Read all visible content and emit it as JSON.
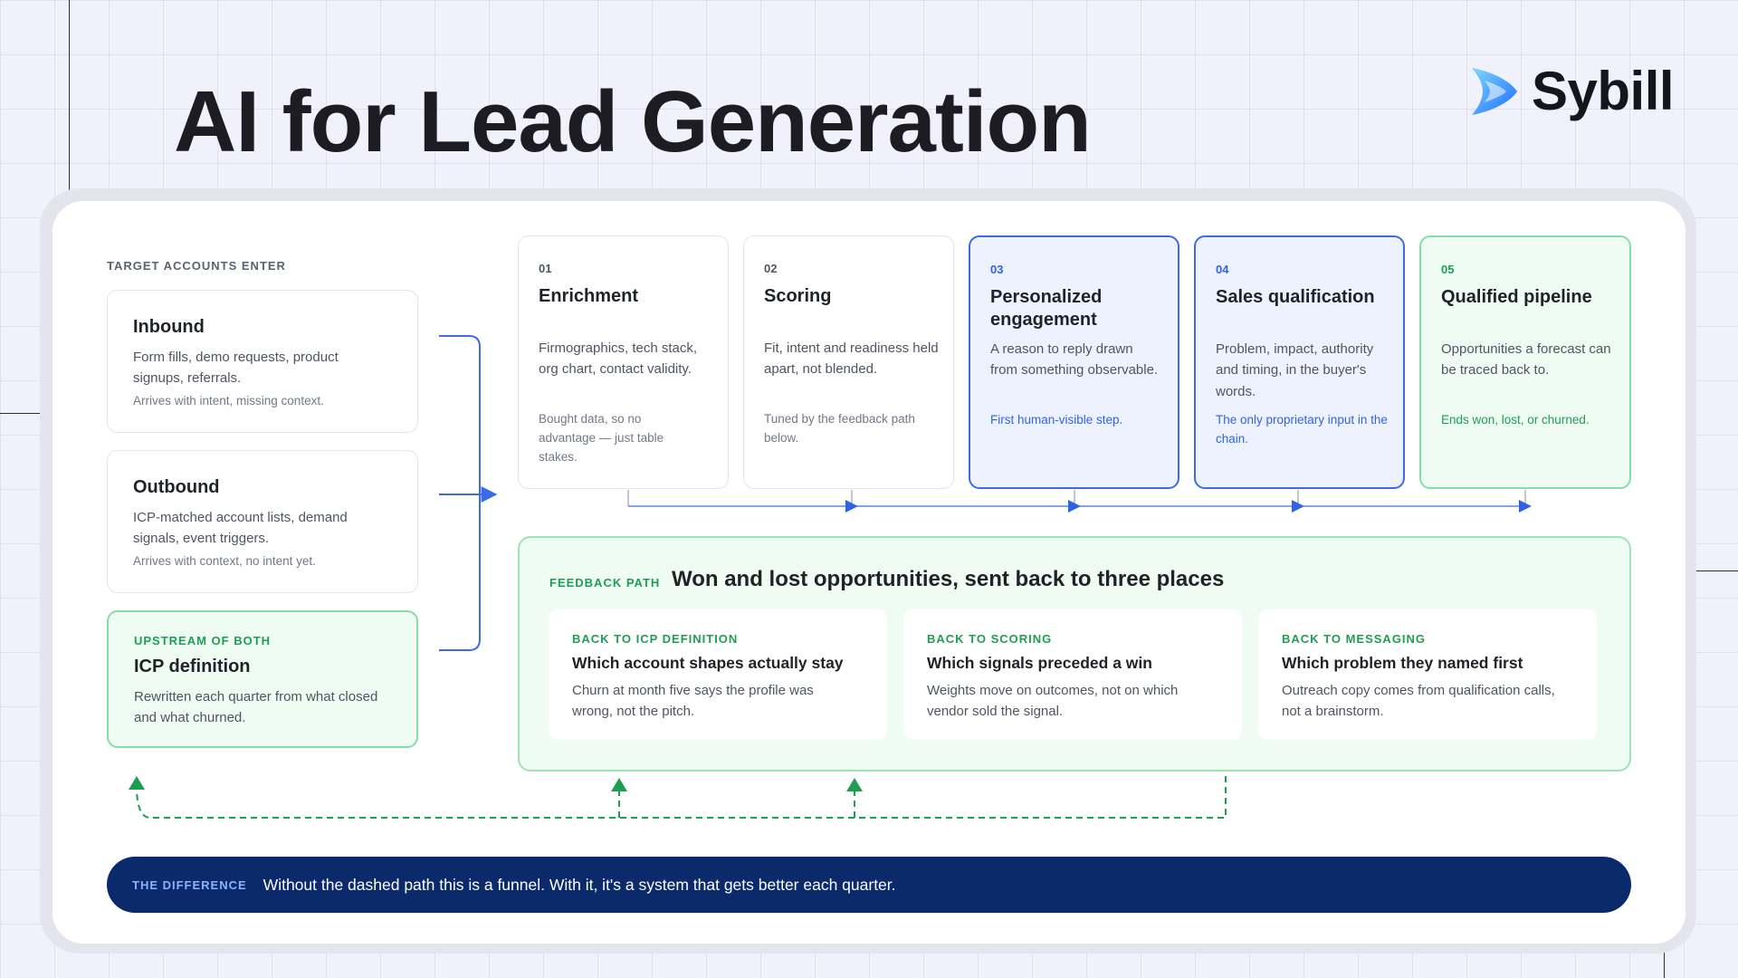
{
  "title": "AI for Lead Generation",
  "logo": {
    "text": "Sybill"
  },
  "colors": {
    "accent_blue": "#3c6be6",
    "accent_green": "#1e9e52",
    "navy": "#0a2a6b"
  },
  "entry": {
    "label": "TARGET ACCOUNTS ENTER",
    "cards": [
      {
        "title": "Inbound",
        "desc": "Form fills, demo requests, product signups, referrals.",
        "note": "Arrives with intent, missing context."
      },
      {
        "title": "Outbound",
        "desc": "ICP-matched account lists, demand signals, event triggers.",
        "note": "Arrives with context, no intent yet."
      }
    ],
    "icp": {
      "label": "UPSTREAM OF BOTH",
      "title": "ICP definition",
      "desc": "Rewritten each quarter from what closed and what churned."
    }
  },
  "steps": [
    {
      "num": "01",
      "title": "Enrichment",
      "desc": "Firmographics, tech stack, org chart, contact validity.",
      "note": "Bought data, so no advantage — just table stakes."
    },
    {
      "num": "02",
      "title": "Scoring",
      "desc": "Fit, intent and readiness held apart, not blended.",
      "note": "Tuned by the feedback path below."
    },
    {
      "num": "03",
      "title": "Personalized engagement",
      "desc": "A reason to reply drawn from something observable.",
      "note": "First human-visible step."
    },
    {
      "num": "04",
      "title": "Sales qualification",
      "desc": "Problem, impact, authority and timing, in the buyer's words.",
      "note": "The only proprietary input in the chain."
    },
    {
      "num": "05",
      "title": "Qualified pipeline",
      "desc": "Opportunities a forecast can be traced back to.",
      "note": "Ends won, lost, or churned."
    }
  ],
  "feedback": {
    "label": "FEEDBACK PATH",
    "title": "Won and lost opportunities, sent back to three places",
    "cards": [
      {
        "label": "BACK TO ICP DEFINITION",
        "title": "Which account shapes actually stay",
        "desc": "Churn at month five says the profile was wrong, not the pitch."
      },
      {
        "label": "BACK TO SCORING",
        "title": "Which signals preceded a win",
        "desc": "Weights move on outcomes, not on which vendor sold the signal."
      },
      {
        "label": "BACK TO MESSAGING",
        "title": "Which problem they named first",
        "desc": "Outreach copy comes from qualification calls, not a brainstorm."
      }
    ]
  },
  "difference": {
    "label": "THE DIFFERENCE",
    "text": "Without the dashed path this is a funnel. With it, it's a system that gets better each quarter."
  }
}
